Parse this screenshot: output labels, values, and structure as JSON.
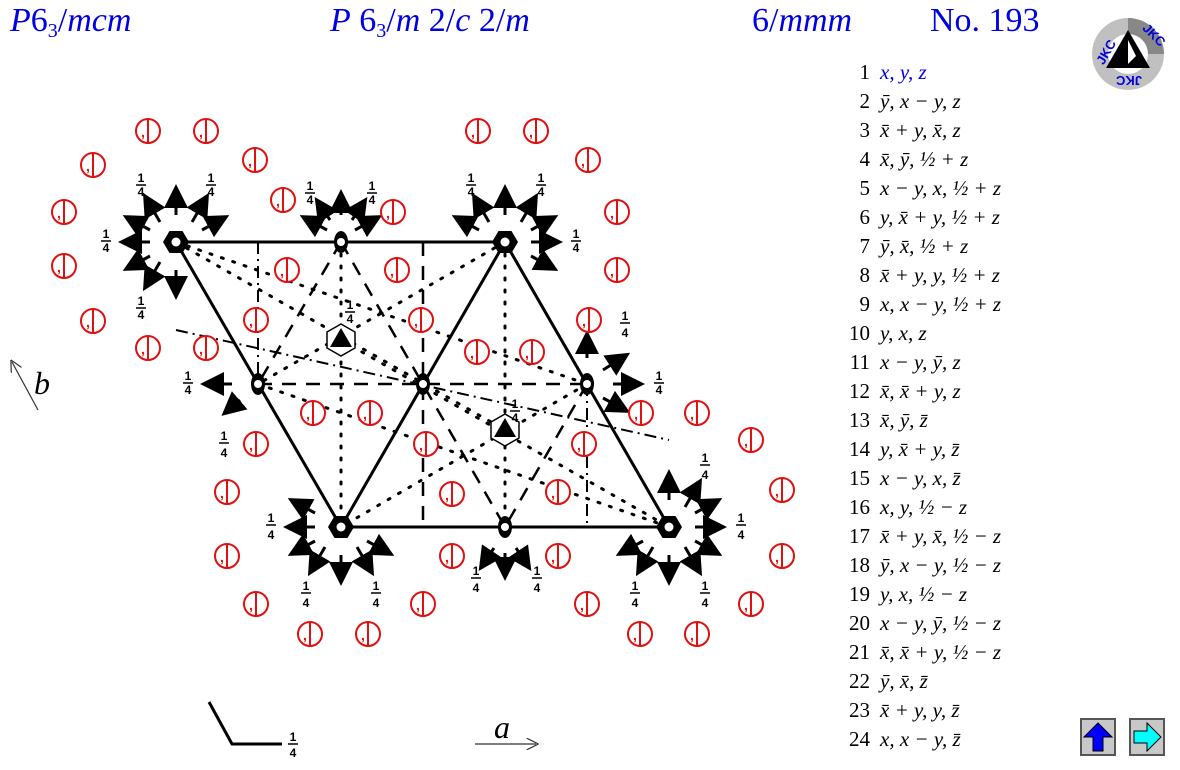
{
  "header": {
    "hm_symbol": "P6₃/mcm",
    "full_symbol": "P 6₃/m 2/c 2/m",
    "point_group": "6/mmm",
    "number": "No. 193"
  },
  "logo": {
    "text": "JKC",
    "name": "jkc-logo"
  },
  "axes": {
    "a": "a",
    "b": "b",
    "legend_height": "¼"
  },
  "symmetry_operations": [
    {
      "n": "1",
      "expr": "x, y, z"
    },
    {
      "n": "2",
      "expr": "ȳ, x − y, z"
    },
    {
      "n": "3",
      "expr": "x̄ + y, x̄, z"
    },
    {
      "n": "4",
      "expr": "x̄, ȳ, ½ + z"
    },
    {
      "n": "5",
      "expr": "x − y, x, ½ + z"
    },
    {
      "n": "6",
      "expr": "y, x̄ + y, ½ + z"
    },
    {
      "n": "7",
      "expr": "ȳ, x̄, ½ + z"
    },
    {
      "n": "8",
      "expr": "x̄ + y, y, ½ + z"
    },
    {
      "n": "9",
      "expr": "x, x − y, ½ + z"
    },
    {
      "n": "10",
      "expr": "y, x, z"
    },
    {
      "n": "11",
      "expr": "x − y, ȳ, z"
    },
    {
      "n": "12",
      "expr": "x̄, x̄ + y, z"
    },
    {
      "n": "13",
      "expr": "x̄, ȳ, z̄"
    },
    {
      "n": "14",
      "expr": "y, x̄ + y, z̄"
    },
    {
      "n": "15",
      "expr": "x − y, x, z̄"
    },
    {
      "n": "16",
      "expr": "x, y, ½ − z"
    },
    {
      "n": "17",
      "expr": "x̄ + y, x̄, ½ − z"
    },
    {
      "n": "18",
      "expr": "ȳ, x − y, ½ − z"
    },
    {
      "n": "19",
      "expr": "y, x, ½ − z"
    },
    {
      "n": "20",
      "expr": "x − y, ȳ, ½ − z"
    },
    {
      "n": "21",
      "expr": "x̄, x̄ + y, ½ − z"
    },
    {
      "n": "22",
      "expr": "ȳ, x̄, z̄"
    },
    {
      "n": "23",
      "expr": "x̄ + y, y, z̄"
    },
    {
      "n": "24",
      "expr": "x, x − y, z̄"
    }
  ],
  "nav": {
    "up": "up-arrow",
    "next": "right-arrow"
  },
  "colors": {
    "title": "#0000e0",
    "positions": "#e01010",
    "symbols": "#000000",
    "nav_up": "#0000ff",
    "nav_next": "#00ffff"
  }
}
